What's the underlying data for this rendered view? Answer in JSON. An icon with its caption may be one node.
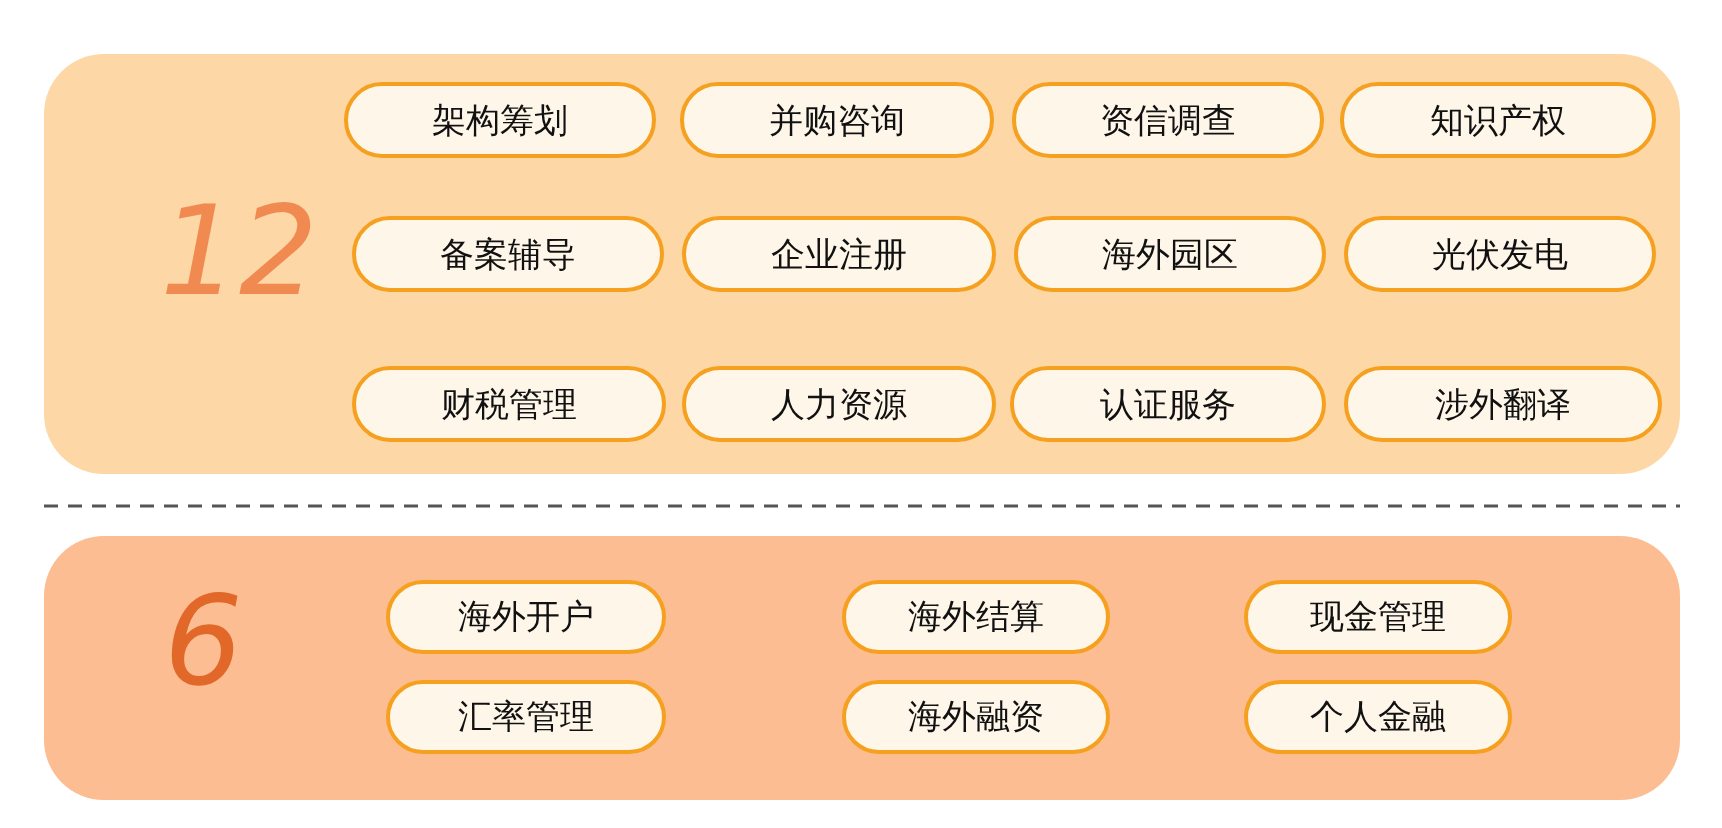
{
  "diagram": {
    "nodes": [
      {
        "text": [
          "12"
        ]
      },
      {
        "text": [
          "架构筹划"
        ],
        "in": 0
      },
      {
        "text": [
          "并购咨询"
        ],
        "in": 0
      },
      {
        "text": [
          "资信调查"
        ],
        "in": 0
      },
      {
        "text": [
          "知识产权"
        ],
        "in": 0
      },
      {
        "text": [
          "备案辅导"
        ],
        "in": 0
      },
      {
        "text": [
          "企业注册"
        ],
        "in": 0
      },
      {
        "text": [
          "海外园区"
        ],
        "in": 0
      },
      {
        "text": [
          "光伏发电"
        ],
        "in": 0
      },
      {
        "text": [
          "财税管理"
        ],
        "in": 0
      },
      {
        "text": [
          "人力资源"
        ],
        "in": 0
      },
      {
        "text": [
          "认证服务"
        ],
        "in": 0
      },
      {
        "text": [
          "涉外翻译"
        ],
        "in": 0
      },
      {
        "text": [
          "6"
        ]
      },
      {
        "text": [
          "海外开户"
        ],
        "in": 13
      },
      {
        "text": [
          "海外结算"
        ],
        "in": 13
      },
      {
        "text": [
          "现金管理"
        ],
        "in": 13
      },
      {
        "text": [
          "汇率管理"
        ],
        "in": 13
      },
      {
        "text": [
          "海外融资"
        ],
        "in": 13
      },
      {
        "text": [
          "个人金融"
        ],
        "in": 13
      }
    ]
  }
}
